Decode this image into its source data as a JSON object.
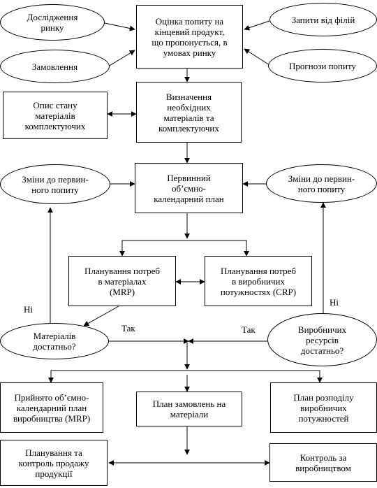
{
  "diagram": {
    "nodes": {
      "research": "Дослідження\nринку",
      "orders": "Замовлення",
      "demand_eval": "Оцінка попиту на\nкінцевий продукт,\nщо пропонується, в\nумовах ринку",
      "branch_requests": "Запити від філій",
      "forecast": "Прогнози попиту",
      "needs_def": "Визначення\nнеобхідних\nматеріалів та\nкомплектуючих",
      "materials_state": "Опис стану\nматеріалів\nкомплектуючих",
      "demand_changes_left": "Зміни до первин-\nного попиту",
      "master_plan": "Первинний\nоб’ємно-\nкалендарний план",
      "demand_changes_right": "Зміни до первин-\nного попиту",
      "mrp": "Планування потреб\nв матеріалах\n(MRP)",
      "crp": "Планування потреб\nв виробничих\nпотужностях (CRP)",
      "materials_ok": "Матеріалів\nдостатньо?",
      "resources_ok": "Виробничих\nресурсів\nдостатньо?",
      "accepted_plan": "Прийнято об’ємно-\nкалендарний план\nвиробництва (MRP)",
      "material_orders": "План замовлень на\nматеріали",
      "capacity_plan": "План розподілу\nвиробничих\nпотужностей",
      "sales_control": "Планування та\nконтроль продажу\nпродукції",
      "production_control": "Контроль за\nвиробництвом"
    },
    "labels": {
      "no_left": "Ні",
      "yes_left": "Так",
      "yes_right": "Так",
      "no_right": "Ні"
    }
  }
}
